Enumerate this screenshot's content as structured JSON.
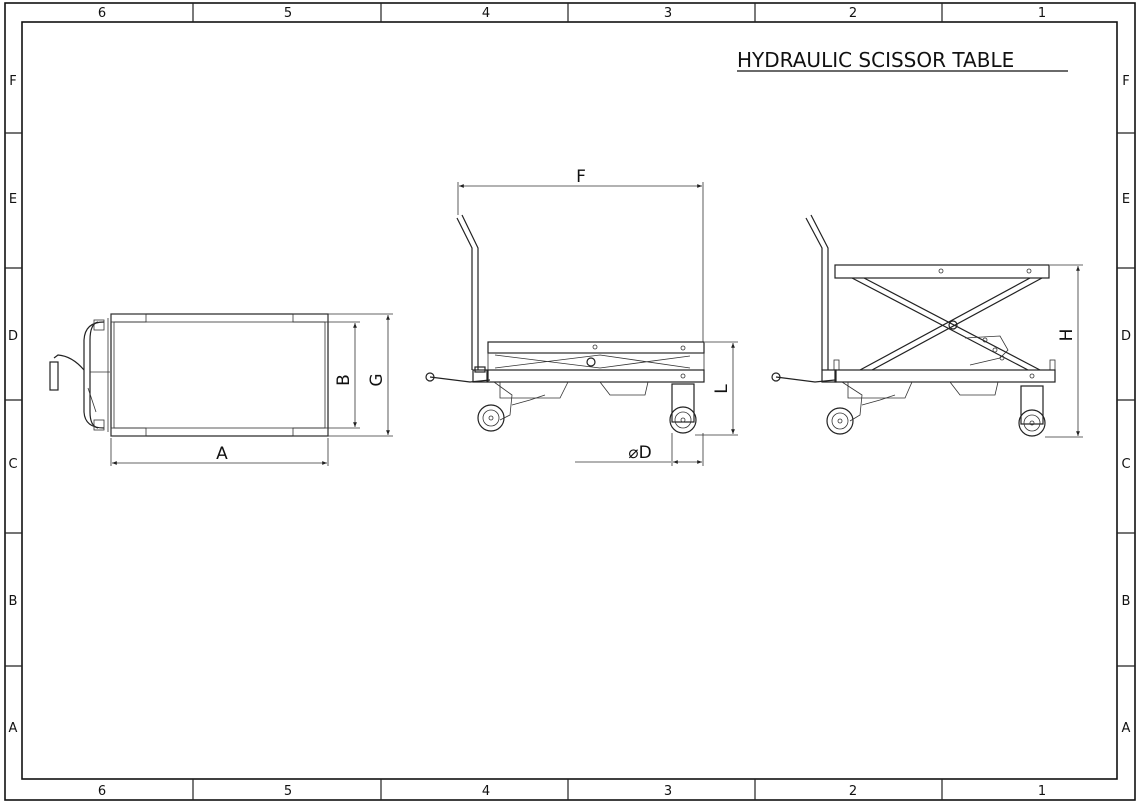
{
  "title": "HYDRAULIC SCISSOR TABLE",
  "border": {
    "columns": [
      "6",
      "5",
      "4",
      "3",
      "2",
      "1"
    ],
    "rows": [
      "F",
      "E",
      "D",
      "C",
      "B",
      "A"
    ]
  },
  "dimensions": {
    "a": "A",
    "b": "B",
    "g": "G",
    "f": "F",
    "l": "L",
    "d": "⌀D",
    "h": "H"
  }
}
